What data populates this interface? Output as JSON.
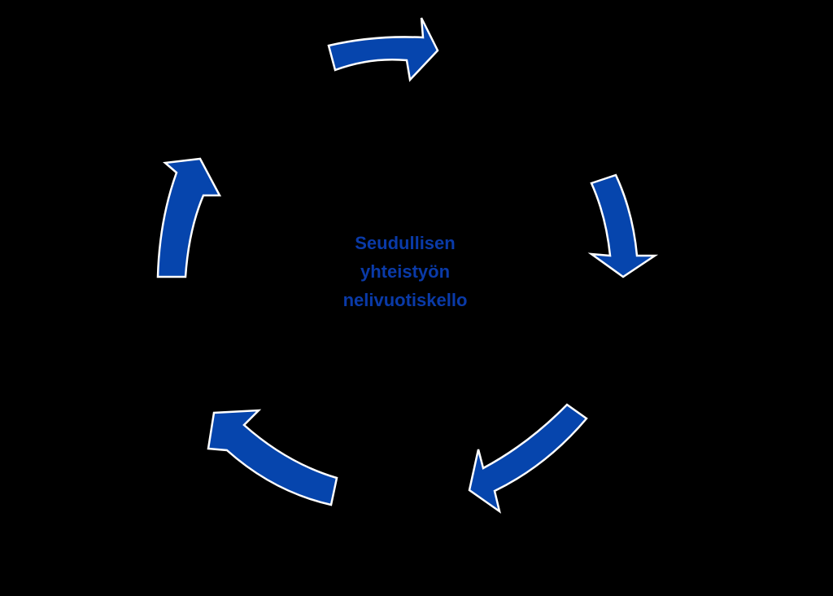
{
  "diagram": {
    "type": "cycle",
    "background_color": "#000000",
    "arrow_fill_color": "#0645ad",
    "arrow_outline_color": "#ffffff",
    "label_color": "#0a3aa8",
    "center_label": {
      "lines": [
        "Seudullisen",
        "yhteistyön",
        "nelivuotiskello"
      ]
    },
    "arrows": [
      {
        "id": "top",
        "direction": "clockwise"
      },
      {
        "id": "right",
        "direction": "clockwise"
      },
      {
        "id": "bottom-right",
        "direction": "clockwise"
      },
      {
        "id": "bottom-left",
        "direction": "clockwise"
      },
      {
        "id": "left",
        "direction": "clockwise"
      }
    ]
  }
}
